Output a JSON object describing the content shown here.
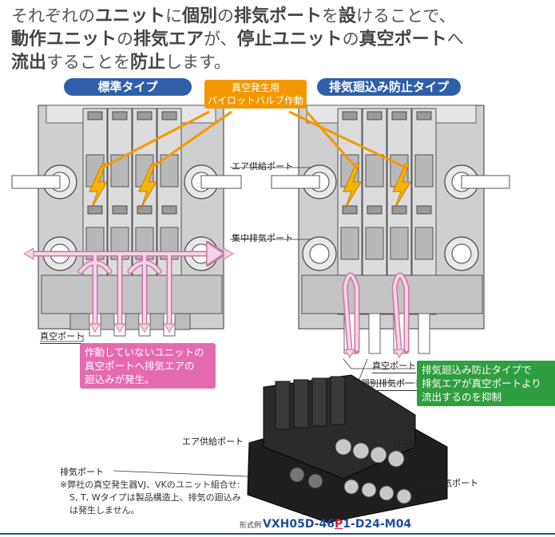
{
  "headline": {
    "l1a": "それぞれの",
    "l1b": "ユニット",
    "l1c": "に",
    "l1d": "個別",
    "l1e": "の",
    "l1f": "排気ポート",
    "l1g": "を",
    "l1h": "設",
    "l1i": "けることで、",
    "l2a": "動作ユニット",
    "l2b": "の",
    "l2c": "排気エア",
    "l2d": "が、",
    "l2e": "停止ユニット",
    "l2f": "の",
    "l2g": "真空ポート",
    "l2h": "へ",
    "l3a": "流出",
    "l3b": "することを",
    "l3c": "防止",
    "l3d": "します。"
  },
  "left_title": "標準タイプ",
  "right_title": "排気廻込み防止タイプ",
  "pilot_label": {
    "line1": "真空発生用",
    "line2": "パイロットバルブ作動"
  },
  "labels": {
    "air_supply_port": "エア供給ポート",
    "central_exhaust_port": "集中排気ポート",
    "vacuum_port_left": "真空ポート",
    "vacuum_port_right": "真空ポート",
    "individual_exhaust_port": "個別排気ポート",
    "photo_air_supply": "エア供給ポート",
    "photo_vacuum_port": "真空ポート",
    "photo_exhaust_port": "排気ポート",
    "photo_individual_exhaust": "個別排気ポート"
  },
  "pink_callout": {
    "line1": "作動していないユニットの",
    "line2": "真空ポートへ排気エアの",
    "line3": "廻込みが発生。"
  },
  "green_callout": {
    "line1": "排気廻込み防止タイプで",
    "line2": "排気エアが真空ポートより",
    "line3": "流出するのを抑制"
  },
  "footnote": {
    "line1": "※弊社の真空発生器VJ、VKのユニット組合せ:",
    "line2": "S, T, Wタイプは製品構造上、排気の廻込み",
    "line3": "は発生しません。"
  },
  "model": {
    "prefix": "形式例",
    "part1": "VXH05D-46",
    "part2": "P",
    "part3": "1-D24-M04"
  },
  "colors": {
    "blue": "#2f5fa8",
    "orange": "#f39800",
    "pink": "#e56bb0",
    "green": "#2f9e3f"
  }
}
